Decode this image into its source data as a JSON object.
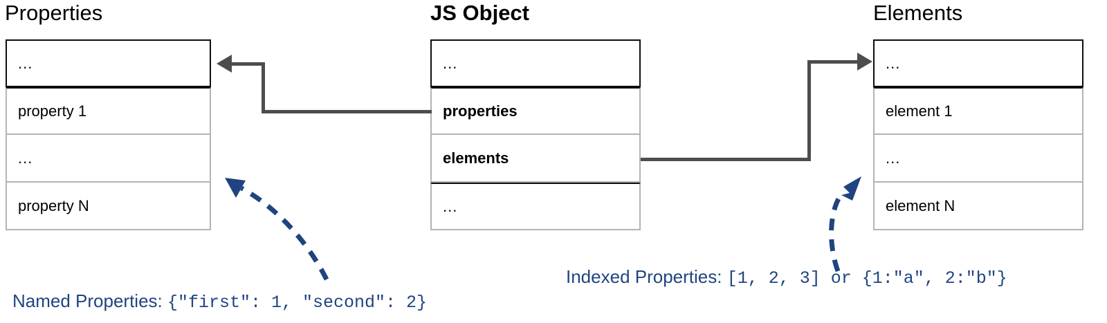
{
  "columns": {
    "properties": {
      "title": "Properties",
      "rows": [
        "...",
        "property 1",
        "...",
        "property N"
      ]
    },
    "jsobject": {
      "title": "JS Object",
      "rows": [
        "...",
        "properties",
        "elements",
        "..."
      ]
    },
    "elements": {
      "title": "Elements",
      "rows": [
        "...",
        "element 1",
        "...",
        "element N"
      ]
    }
  },
  "captions": {
    "named": {
      "label": "Named Properties: ",
      "code": "{\"first\": 1, \"second\": 2}"
    },
    "indexed": {
      "label": "Indexed Properties: ",
      "code": "[1, 2, 3] or {1:\"a\", 2:\"b\"}"
    }
  },
  "colors": {
    "connector": "#4d4d4d",
    "callout": "#1f4480",
    "border_strong": "#0d0d0d",
    "border_light": "#b3b3b3",
    "text": "#000000"
  }
}
